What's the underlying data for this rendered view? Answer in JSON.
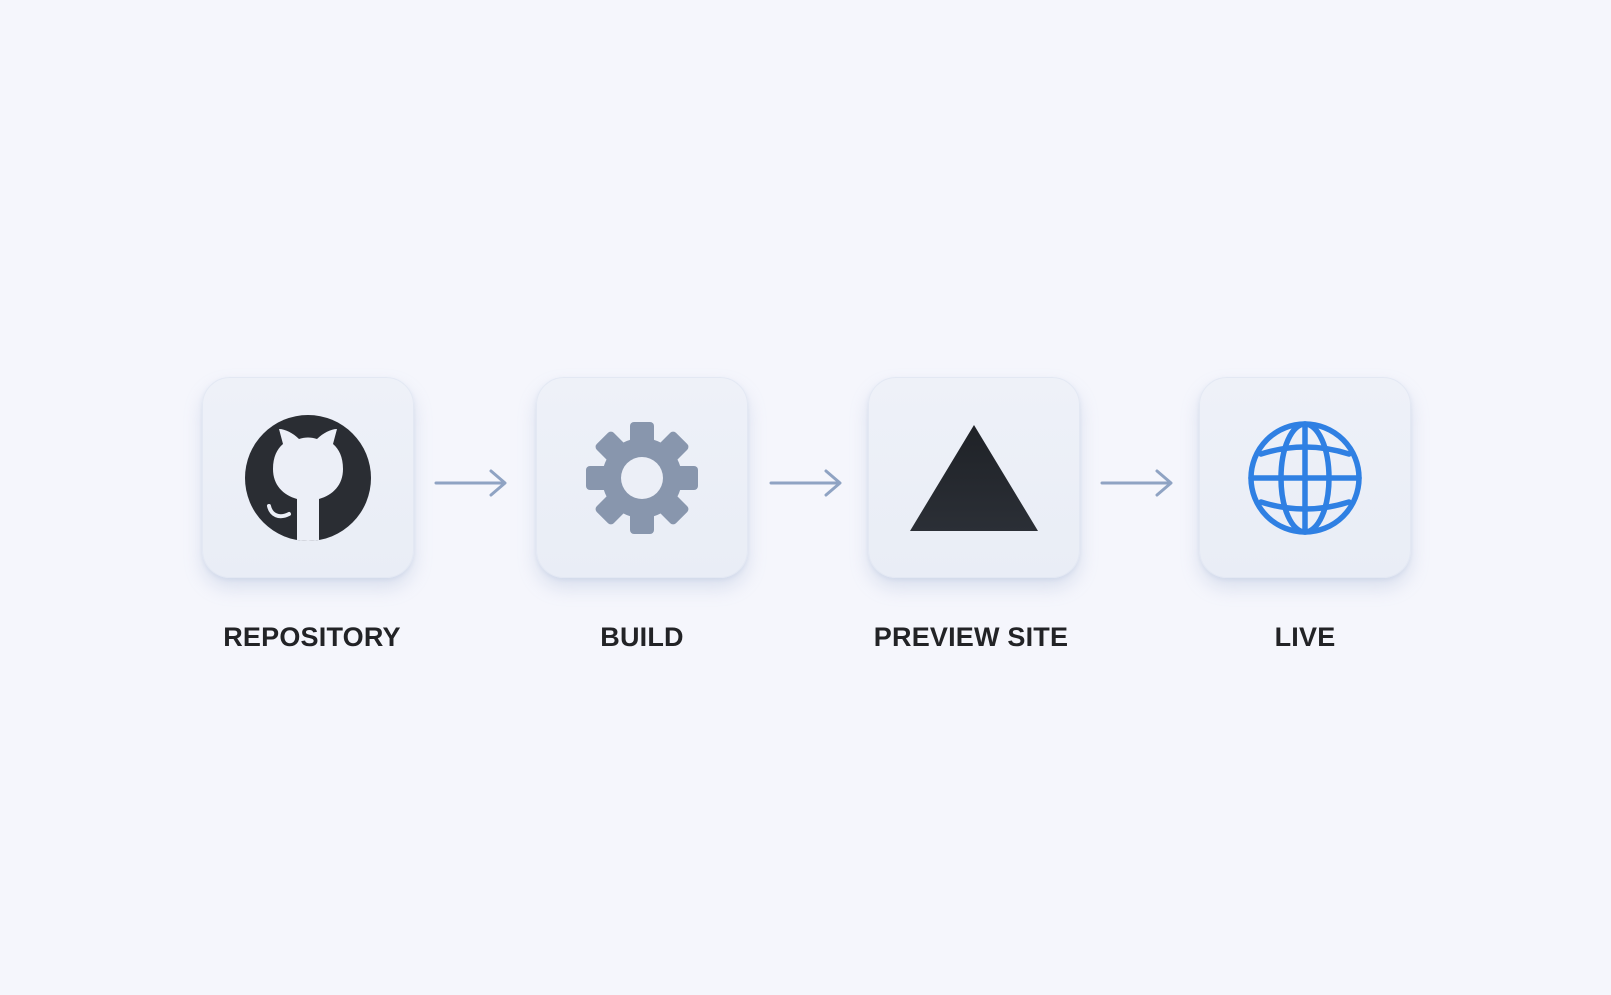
{
  "steps": [
    {
      "label": "REPOSITORY",
      "icon": "github-icon"
    },
    {
      "label": "BUILD",
      "icon": "gear-icon"
    },
    {
      "label": "PREVIEW SITE",
      "icon": "triangle-icon"
    },
    {
      "label": "LIVE",
      "icon": "globe-icon"
    }
  ],
  "colors": {
    "background": "#f5f6fc",
    "tile": "#eceff7",
    "arrow": "#8fa3c3",
    "github": "#2a2d33",
    "gear": "#8896ad",
    "triangle": "#23262c",
    "globe": "#2f80e3",
    "label": "#222326"
  }
}
